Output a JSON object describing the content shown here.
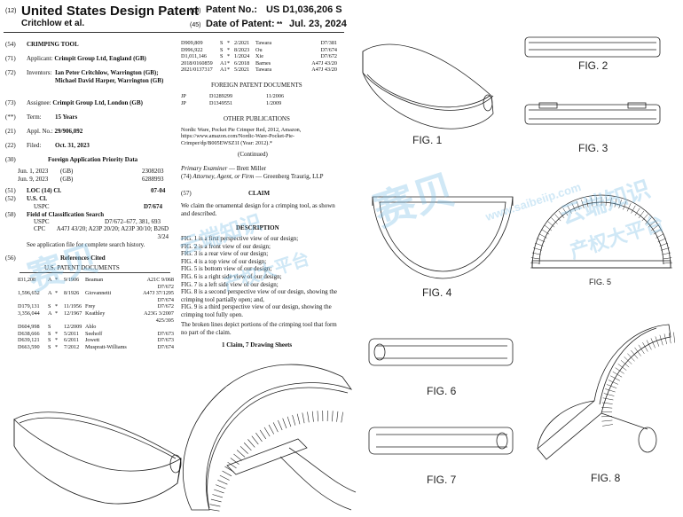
{
  "header": {
    "code12": "(12)",
    "title": "United States Design Patent",
    "inventor_short": "Critchlow et al.",
    "code10": "(10)",
    "patent_no_label": "Patent No.:",
    "patent_no": "US D1,036,206 S",
    "code45": "(45)",
    "date_label": "Date of Patent:",
    "date_marker": "**",
    "date": "Jul. 23, 2024"
  },
  "bib": [
    {
      "code": "(54)",
      "label": "",
      "value": "CRIMPING TOOL"
    },
    {
      "code": "(71)",
      "label": "Applicant:",
      "value": "Crimpit Group Ltd, England (GB)"
    },
    {
      "code": "(72)",
      "label": "Inventors:",
      "value": "Ian Peter Critchlow, Warrington (GB); Michael David Harper, Warrington (GB)"
    },
    {
      "code": "(73)",
      "label": "Assignee:",
      "value": "Crimpit Group Ltd, London (GB)"
    },
    {
      "code": "(**)",
      "label": "Term:",
      "value": "15 Years"
    },
    {
      "code": "(21)",
      "label": "Appl. No.:",
      "value": "29/906,092"
    },
    {
      "code": "(22)",
      "label": "Filed:",
      "value": "Oct. 31, 2023"
    }
  ],
  "priority": {
    "code": "(30)",
    "heading": "Foreign Application Priority Data",
    "rows": [
      {
        "date": "Jun. 1, 2023",
        "country": "(GB)",
        "num": "2308203"
      },
      {
        "date": "Jun. 9, 2023",
        "country": "(GB)",
        "num": "6288993"
      }
    ]
  },
  "loc": {
    "code": "(51)",
    "label": "LOC (14) Cl.",
    "value": "07-04"
  },
  "uscl": {
    "code": "(52)",
    "label": "U.S. Cl.",
    "sub": "USPC",
    "value": "D7/674"
  },
  "field": {
    "code": "(58)",
    "heading": "Field of Classification Search",
    "uspc_label": "USPC",
    "uspc": "D7/672–677, 381, 693",
    "cpc_label": "CPC",
    "cpc": "A47J 43/20; A23P 20/20; A23P 30/10; B26D 3/24",
    "note": "See application file for complete search history."
  },
  "refs": {
    "code": "(56)",
    "heading": "References Cited",
    "sub": "U.S. PATENT DOCUMENTS",
    "rows": [
      {
        "num": "831,208",
        "kind": "A",
        "star": "*",
        "date": "9/1906",
        "name": "Beaman",
        "cls": "A21C 9/068"
      },
      {
        "num": "",
        "kind": "",
        "star": "",
        "date": "",
        "name": "",
        "cls": "D7/672"
      },
      {
        "num": "1,596,652",
        "kind": "A",
        "star": "*",
        "date": "8/1926",
        "name": "Giovannetti",
        "cls": "A47J 37/1295"
      },
      {
        "num": "",
        "kind": "",
        "star": "",
        "date": "",
        "name": "",
        "cls": "D7/674"
      },
      {
        "num": "D179,131",
        "kind": "S",
        "star": "*",
        "date": "11/1956",
        "name": "Frey",
        "cls": "D7/672"
      },
      {
        "num": "3,356,044",
        "kind": "A",
        "star": "*",
        "date": "12/1967",
        "name": "Keathley",
        "cls": "A23G 3/2007"
      },
      {
        "num": "",
        "kind": "",
        "star": "",
        "date": "",
        "name": "",
        "cls": "425/395"
      },
      {
        "num": "D604,998",
        "kind": "S",
        "star": "",
        "date": "12/2009",
        "name": "Ablo",
        "cls": ""
      },
      {
        "num": "D638,666",
        "kind": "S",
        "star": "*",
        "date": "5/2011",
        "name": "Seehoff",
        "cls": "D7/673"
      },
      {
        "num": "D639,121",
        "kind": "S",
        "star": "*",
        "date": "6/2011",
        "name": "Jowett",
        "cls": "D7/673"
      },
      {
        "num": "D663,590",
        "kind": "S",
        "star": "*",
        "date": "7/2012",
        "name": "Muspratt-Williams",
        "cls": "D7/674"
      }
    ]
  },
  "refs2": [
    {
      "num": "D909,809",
      "kind": "S",
      "star": "*",
      "date": "2/2021",
      "name": "Tawara",
      "cls": "D7/381"
    },
    {
      "num": "D996,922",
      "kind": "S",
      "star": "*",
      "date": "8/2023",
      "name": "Ou",
      "cls": "D7/674"
    },
    {
      "num": "D1,011,146",
      "kind": "S",
      "star": "*",
      "date": "1/2024",
      "name": "Xie",
      "cls": "D7/672"
    },
    {
      "num": "2018/0160859",
      "kind": "A1",
      "star": "*",
      "date": "6/2018",
      "name": "Barnes",
      "cls": "A47J 43/20"
    },
    {
      "num": "2021/0137317",
      "kind": "A1",
      "star": "*",
      "date": "5/2021",
      "name": "Tawara",
      "cls": "A47J 43/20"
    }
  ],
  "foreign": {
    "heading": "FOREIGN PATENT DOCUMENTS",
    "rows": [
      {
        "cc": "JP",
        "num": "D1289299",
        "date": "11/2006"
      },
      {
        "cc": "JP",
        "num": "D1349551",
        "date": "1/2009"
      }
    ]
  },
  "other": {
    "heading": "OTHER PUBLICATIONS",
    "text": "Nordic Ware, Pocket Pie Crimper Red, 2012, Amazon, https://www.amazon.com/Nordic-Ware-Pocket-Pie-Crimper/dp/B005EWSZ1I (Year: 2012).*",
    "continued": "(Continued)"
  },
  "examiner": {
    "primary_label": "Primary Examiner",
    "primary": "— Brett Miller",
    "attorney_code": "(74)",
    "attorney_label": "Attorney, Agent, or Firm",
    "attorney": "— Greenberg Traurig, LLP"
  },
  "claim": {
    "code": "(57)",
    "heading": "CLAIM",
    "text": "We claim the ornamental design for a crimping tool, as shown and described."
  },
  "description": {
    "heading": "DESCRIPTION",
    "lines": [
      {
        "fig": "FIG. 1",
        "text": " is a first perspective view of our design;"
      },
      {
        "fig": "FIG. 2",
        "text": " is a front view of our design;"
      },
      {
        "fig": "FIG. 3",
        "text": " is a rear view of our design;"
      },
      {
        "fig": "FIG. 4",
        "text": " is a top view of our design;"
      },
      {
        "fig": "FIG. 5",
        "text": " is bottom view of our design;"
      },
      {
        "fig": "FIG. 6",
        "text": " is a right side view of our design;"
      },
      {
        "fig": "FIG. 7",
        "text": " is a left side view of our design;"
      },
      {
        "fig": "FIG. 8",
        "text": " is a second perspective view of our design, showing the crimping tool partially open; and,"
      },
      {
        "fig": "FIG. 9",
        "text": " is a third perspective view of our design, showing the crimping tool fully open."
      }
    ],
    "broken": "The broken lines depict portions of the crimping tool that form no part of the claim.",
    "summary": "1 Claim, 7 Drawing Sheets"
  },
  "figs": {
    "f1": "FIG. 1",
    "f2": "FIG. 2",
    "f3": "FIG. 3",
    "f4": "FIG. 4",
    "f5": "FIG. 5",
    "f6": "FIG. 6",
    "f7": "FIG. 7",
    "f8": "FIG. 8"
  },
  "watermark": {
    "logo": "赛贝",
    "tag1": "云端知识",
    "tag2": "产权大平台",
    "url": "www.saibeiip.com"
  }
}
